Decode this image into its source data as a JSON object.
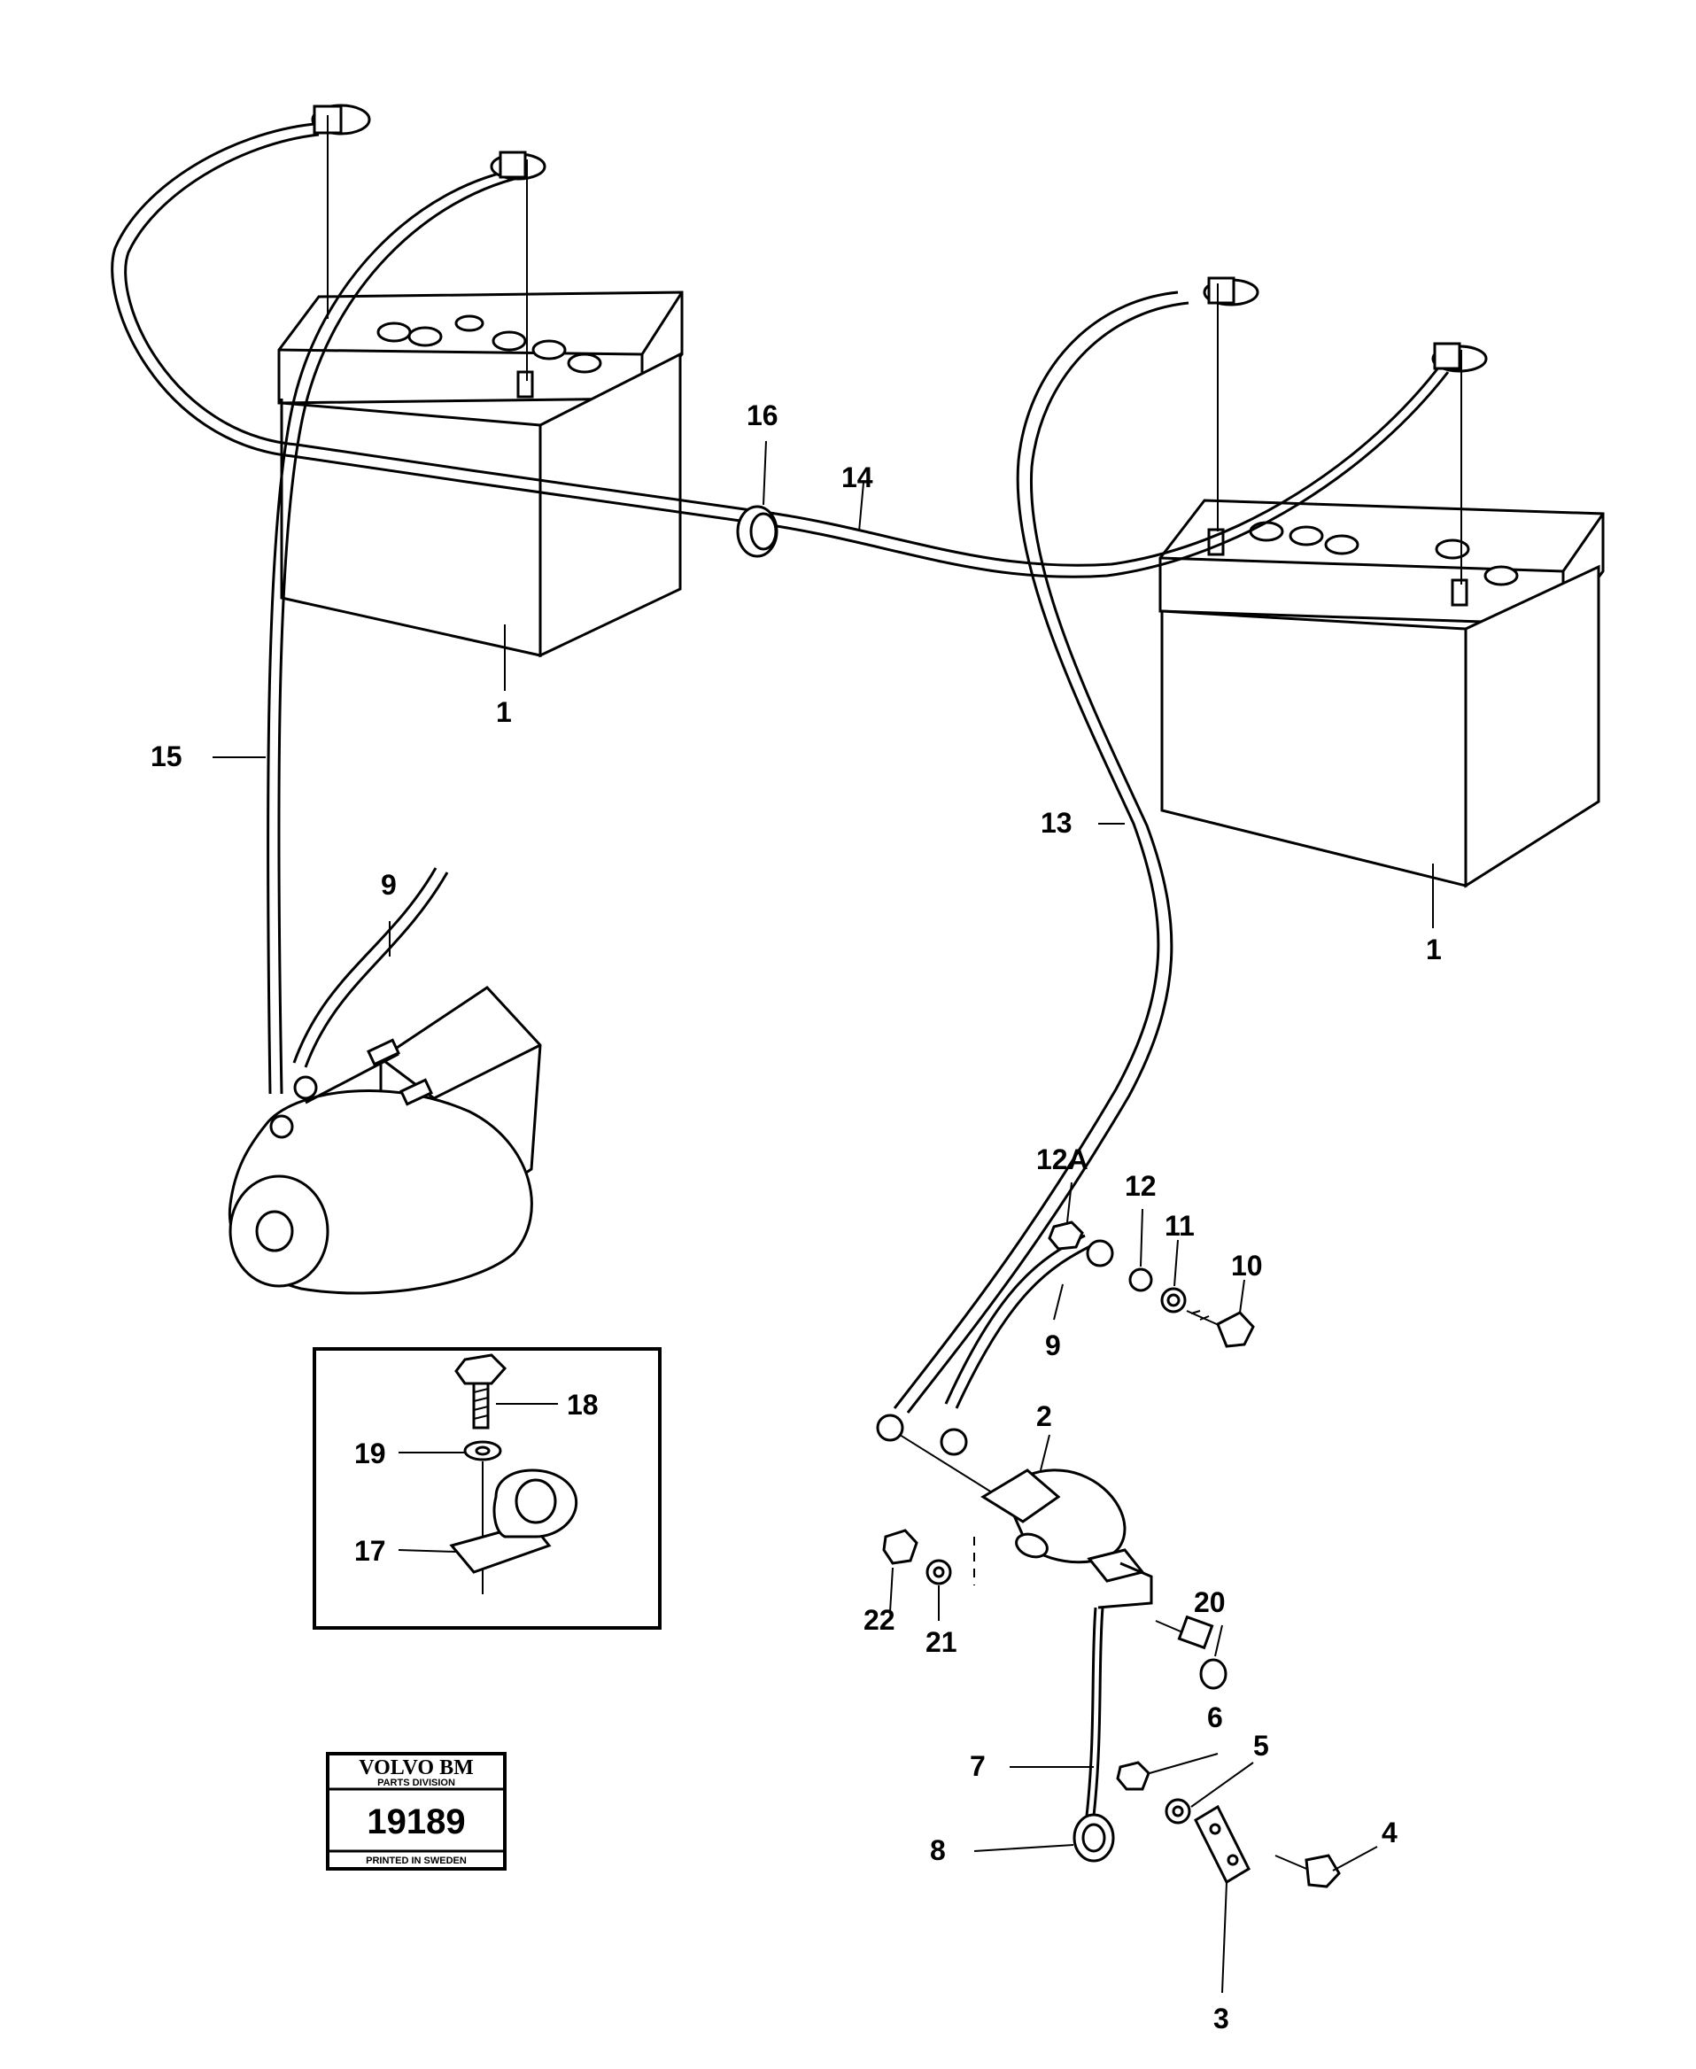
{
  "stamp": {
    "brand": "VOLVO BM",
    "division": "PARTS DIVISION",
    "number": "19189",
    "footer": "PRINTED IN SWEDEN"
  },
  "callouts": {
    "c1a": "1",
    "c1b": "1",
    "c2": "2",
    "c3": "3",
    "c4": "4",
    "c5": "5",
    "c6": "6",
    "c7": "7",
    "c8": "8",
    "c9a": "9",
    "c9b": "9",
    "c10": "10",
    "c11": "11",
    "c12": "12",
    "c12a": "12A",
    "c13": "13",
    "c14": "14",
    "c15": "15",
    "c16": "16",
    "c17": "17",
    "c18": "18",
    "c19": "19",
    "c20": "20",
    "c21": "21",
    "c22": "22"
  }
}
